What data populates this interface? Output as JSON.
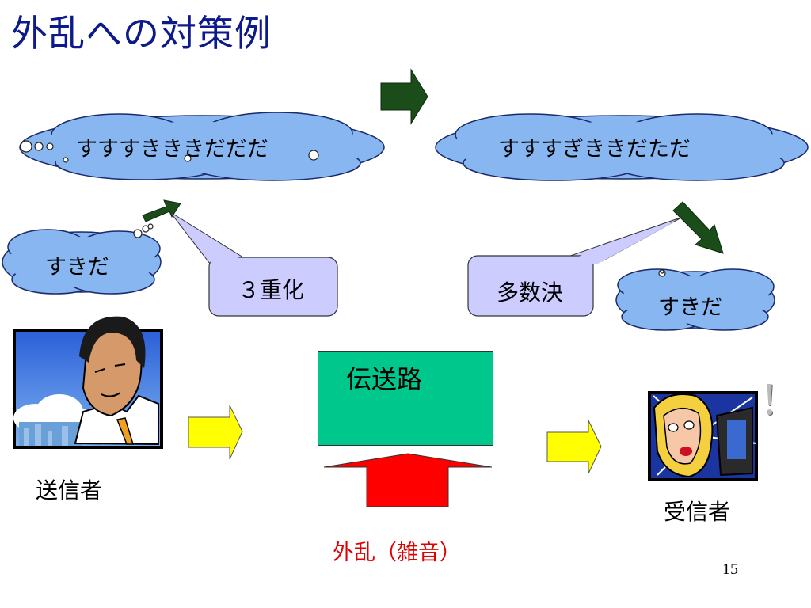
{
  "title": "外乱への対策例",
  "clouds": {
    "sent_encoded": "すすすきききだだだ",
    "received_encoded": "すすすぎききだただ",
    "sender_message": "すきだ",
    "receiver_message": "すきだ"
  },
  "callouts": {
    "encoder": "３重化",
    "decoder": "多数決"
  },
  "channel_label": "伝送路",
  "sender_label": "送信者",
  "receiver_label": "受信者",
  "noise_label": "外乱（雑音）",
  "exclamation": "!",
  "page_number": "15",
  "icons": [
    "sender-portrait-icon",
    "receiver-portrait-icon",
    "yellow-arrow-icon",
    "green-arrow-icon",
    "red-noise-arrow-icon"
  ],
  "colors": {
    "title": "#0d1a8c",
    "cloud_fill": "#87b6f0",
    "callout_fill": "#ccccff",
    "channel_fill": "#00c88c",
    "noise_arrow": "#ff0000",
    "flow_arrow": "#ffff00",
    "step_arrow": "#1a4d1a",
    "noise_label": "#e00000"
  }
}
